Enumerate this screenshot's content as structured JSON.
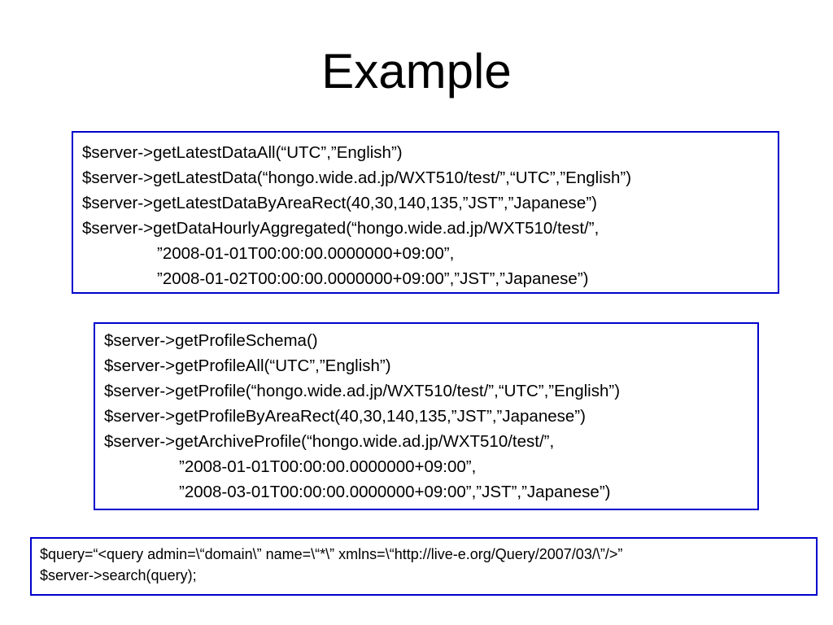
{
  "title": "Example",
  "boxes": [
    {
      "lines": [
        "$server->getLatestDataAll(“UTC”,”English”)",
        "$server->getLatestData(“hongo.wide.ad.jp/WXT510/test/”,“UTC”,”English”)",
        "$server->getLatestDataByAreaRect(40,30,140,135,”JST”,”Japanese”)",
        "$server->getDataHourlyAggregated(“hongo.wide.ad.jp/WXT510/test/”,",
        "”2008-01-01T00:00:00.0000000+09:00”,",
        "”2008-01-02T00:00:00.0000000+09:00”,”JST”,”Japanese”)"
      ]
    },
    {
      "lines": [
        "$server->getProfileSchema()",
        "$server->getProfileAll(“UTC”,”English”)",
        "$server->getProfile(“hongo.wide.ad.jp/WXT510/test/”,“UTC”,”English”)",
        "$server->getProfileByAreaRect(40,30,140,135,”JST”,”Japanese”)",
        "$server->getArchiveProfile(“hongo.wide.ad.jp/WXT510/test/”,",
        "”2008-01-01T00:00:00.0000000+09:00”,",
        "”2008-03-01T00:00:00.0000000+09:00”,”JST”,”Japanese”)"
      ]
    },
    {
      "lines": [
        "$query=“<query admin=\\“domain\\” name=\\“*\\” xmlns=\\“http://live-e.org/Query/2007/03/\\”/>”",
        "$server->search(query);"
      ]
    }
  ],
  "colors": {
    "box_border": "#0000cc",
    "text": "#000000",
    "background": "#ffffff"
  }
}
